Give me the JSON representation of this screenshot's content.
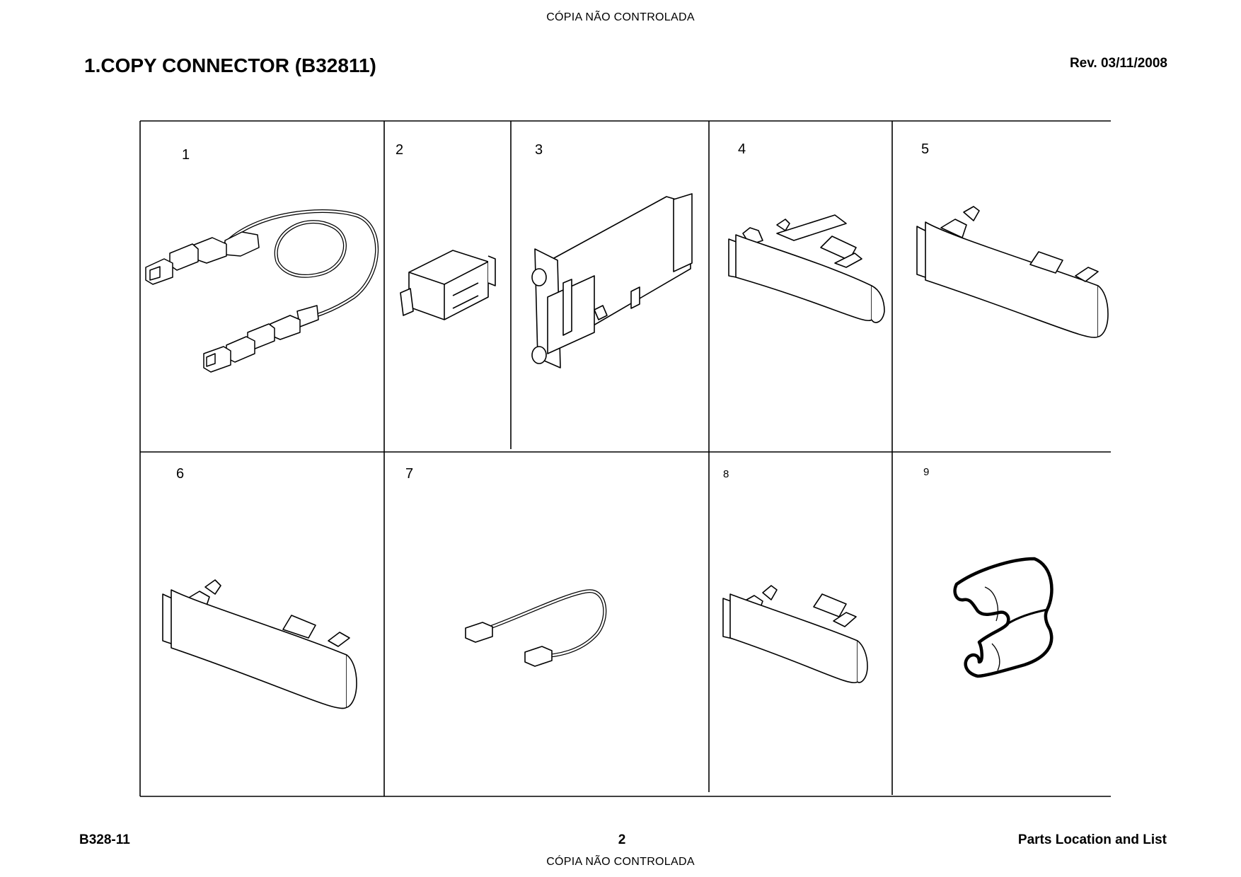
{
  "watermark": {
    "top": "CÓPIA NÃO CONTROLADA",
    "bottom": "CÓPIA NÃO CONTROLADA"
  },
  "header": {
    "title": "1.COPY CONNECTOR (B32811)",
    "revision": "Rev. 03/11/2008"
  },
  "footer": {
    "model": "B328-11",
    "page": "2",
    "section": "Parts Location and List"
  },
  "parts": [
    {
      "number": "1",
      "icon": "usb-cable-icon"
    },
    {
      "number": "2",
      "icon": "ferrite-core-block-icon"
    },
    {
      "number": "3",
      "icon": "interface-board-icon"
    },
    {
      "number": "4",
      "icon": "connector-cover-icon"
    },
    {
      "number": "5",
      "icon": "connector-cover-long-icon"
    },
    {
      "number": "6",
      "icon": "connector-cover-long-icon"
    },
    {
      "number": "7",
      "icon": "harness-icon"
    },
    {
      "number": "8",
      "icon": "connector-cover-icon"
    },
    {
      "number": "9",
      "icon": "ferrite-clamp-icon"
    }
  ]
}
